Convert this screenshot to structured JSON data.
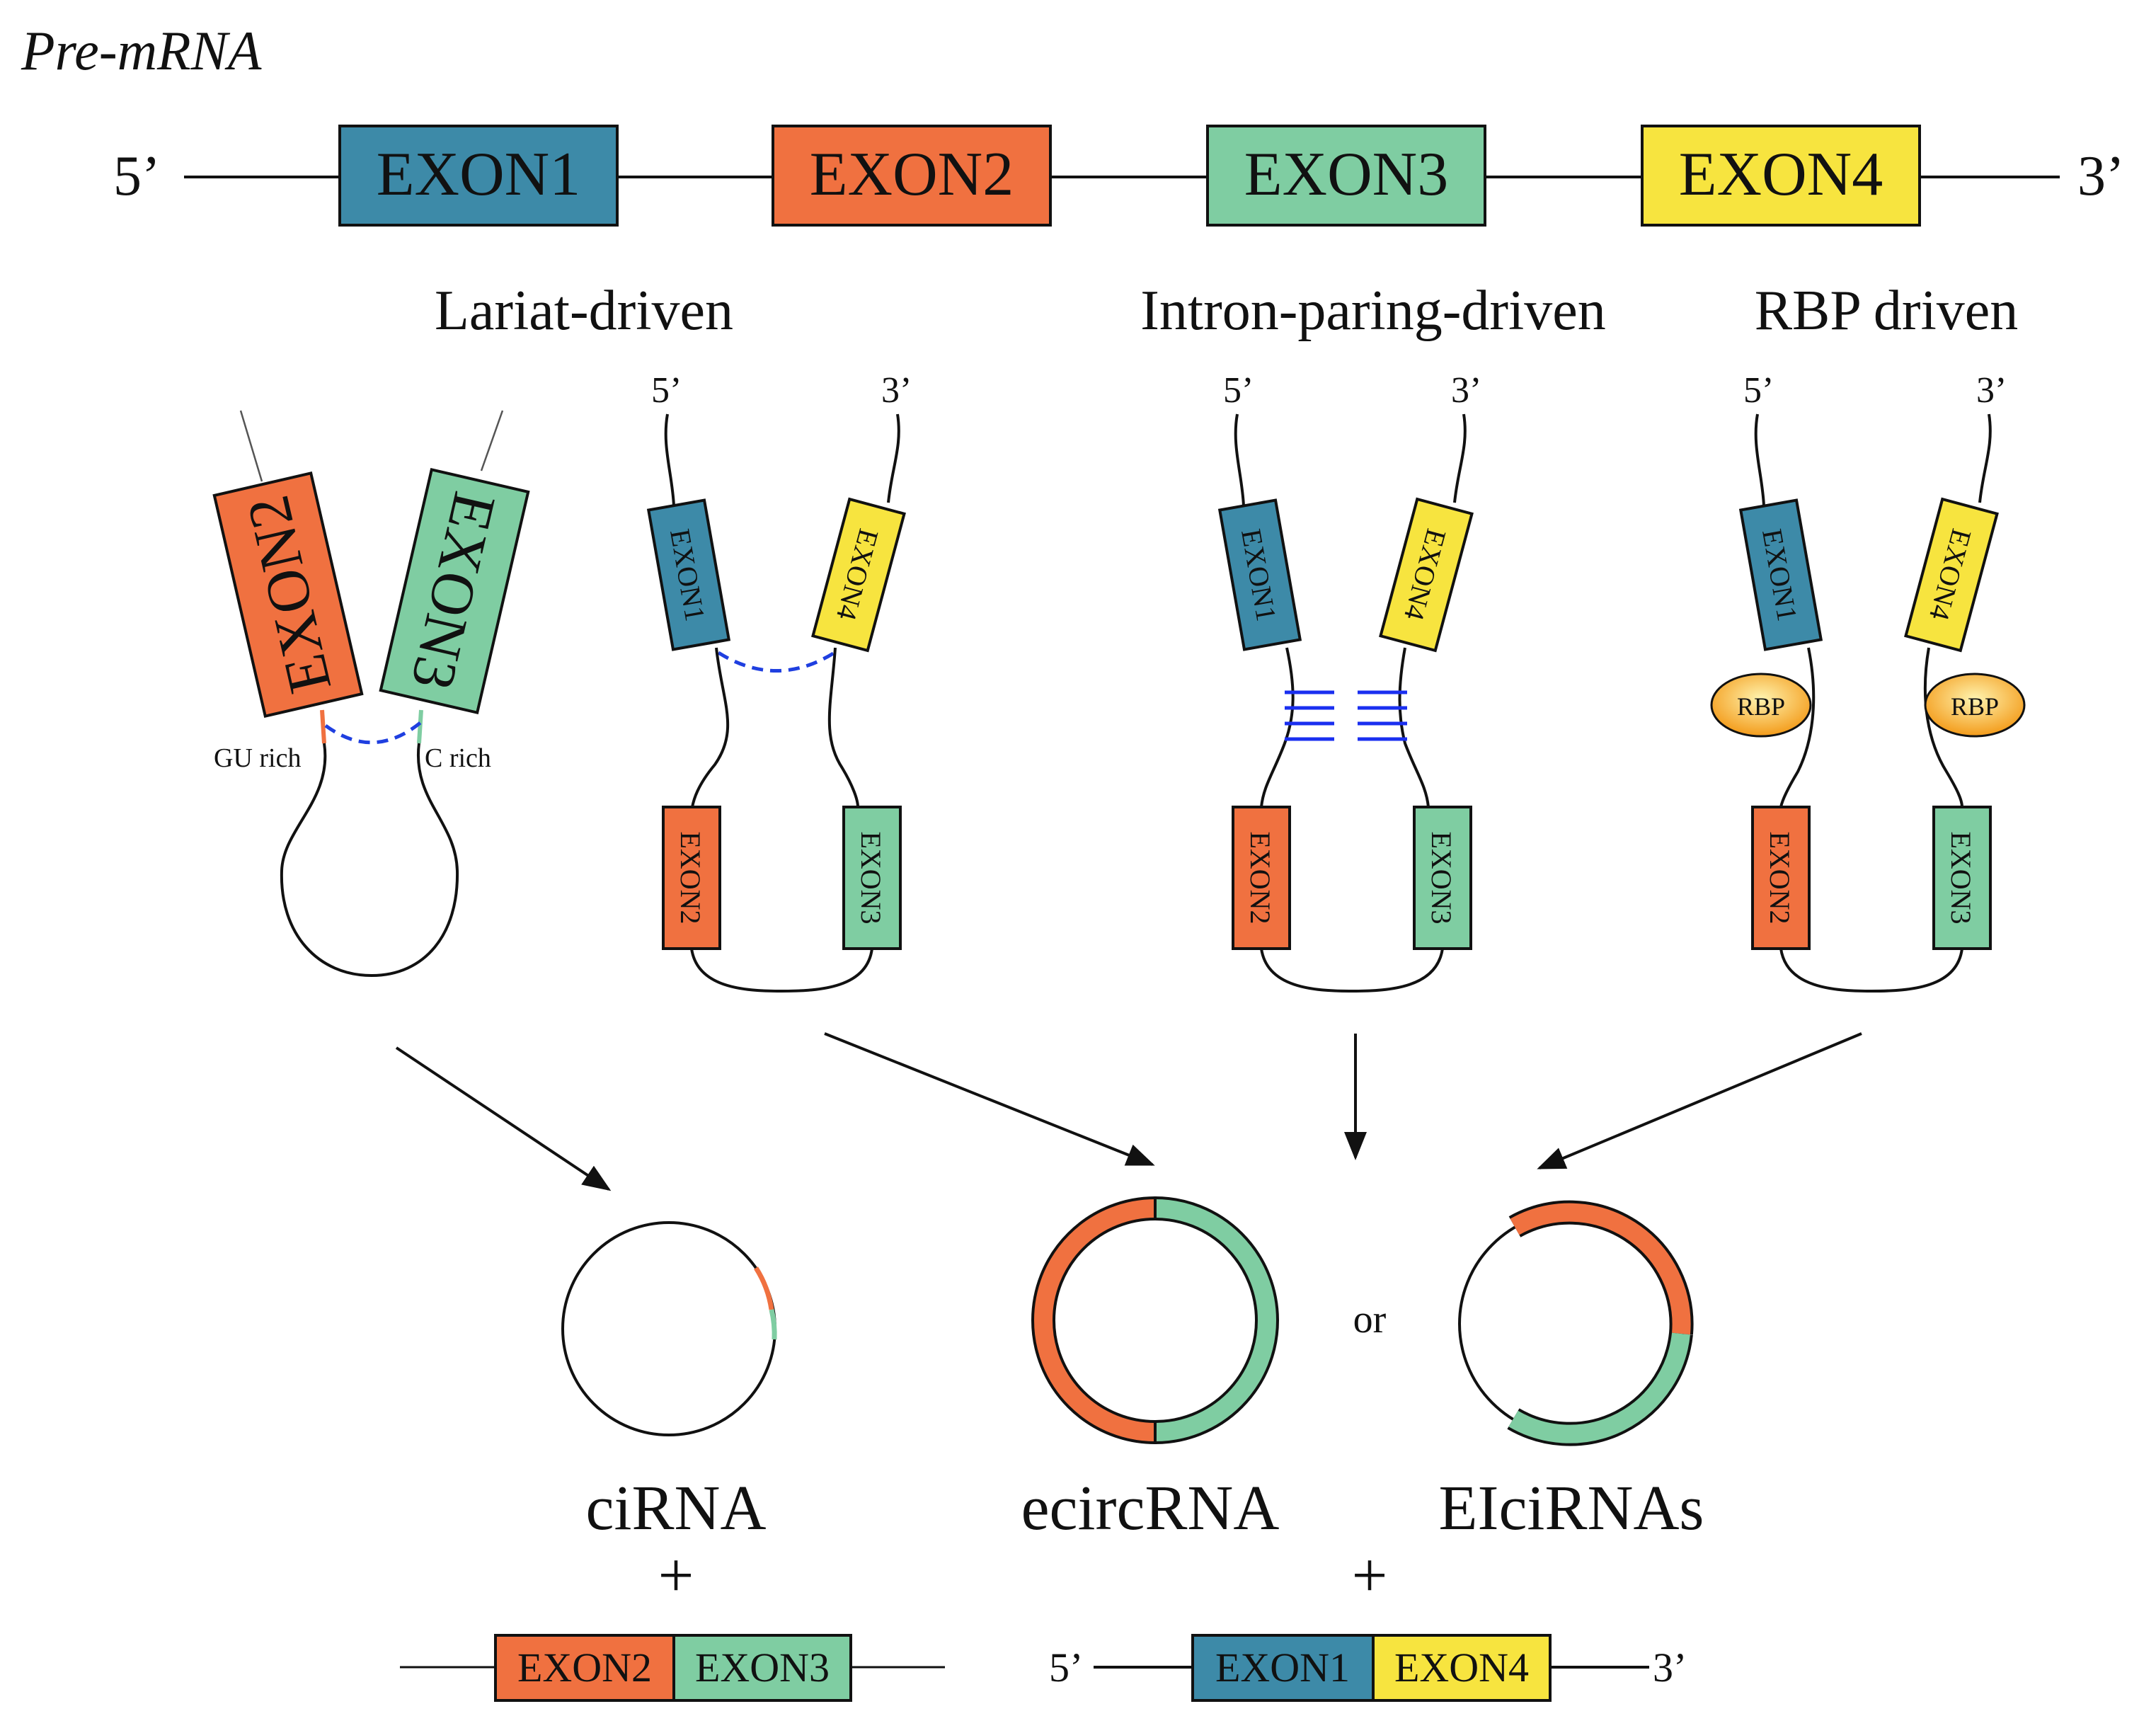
{
  "title": "Pre-mRNA",
  "premrna": {
    "five_prime": "5’",
    "three_prime": "3’",
    "exons": [
      "EXON1",
      "EXON2",
      "EXON3",
      "EXON4"
    ]
  },
  "colors": {
    "exon1": "#3d8aa8",
    "exon2": "#f07140",
    "exon3": "#7fcda2",
    "exon4": "#f7e43f",
    "rbp": "#f5a623",
    "pairing": "#1a2ff0"
  },
  "mechanisms": {
    "lariat": "Lariat-driven",
    "intron_pairing": "Intron-paring-driven",
    "rbp": "RBP driven"
  },
  "lariat_panel": {
    "exon_a": "EXON2",
    "exon_b": "EXON3",
    "gu_rich": "GU rich",
    "c_rich": "C rich"
  },
  "hairpin": {
    "five_prime": "5’",
    "three_prime": "3’",
    "exon1": "EXON1",
    "exon2": "EXON2",
    "exon3": "EXON3",
    "exon4": "EXON4"
  },
  "rbp_label": "RBP",
  "products": {
    "cirna": "ciRNA",
    "ecircrna": "ecircRNA",
    "or": "or",
    "eicirnas": "EIciRNAs",
    "plus": "+"
  },
  "byproducts": {
    "left": [
      "EXON2",
      "EXON3"
    ],
    "right": [
      "EXON1",
      "EXON4"
    ],
    "five_prime": "5’",
    "three_prime": "3’"
  }
}
